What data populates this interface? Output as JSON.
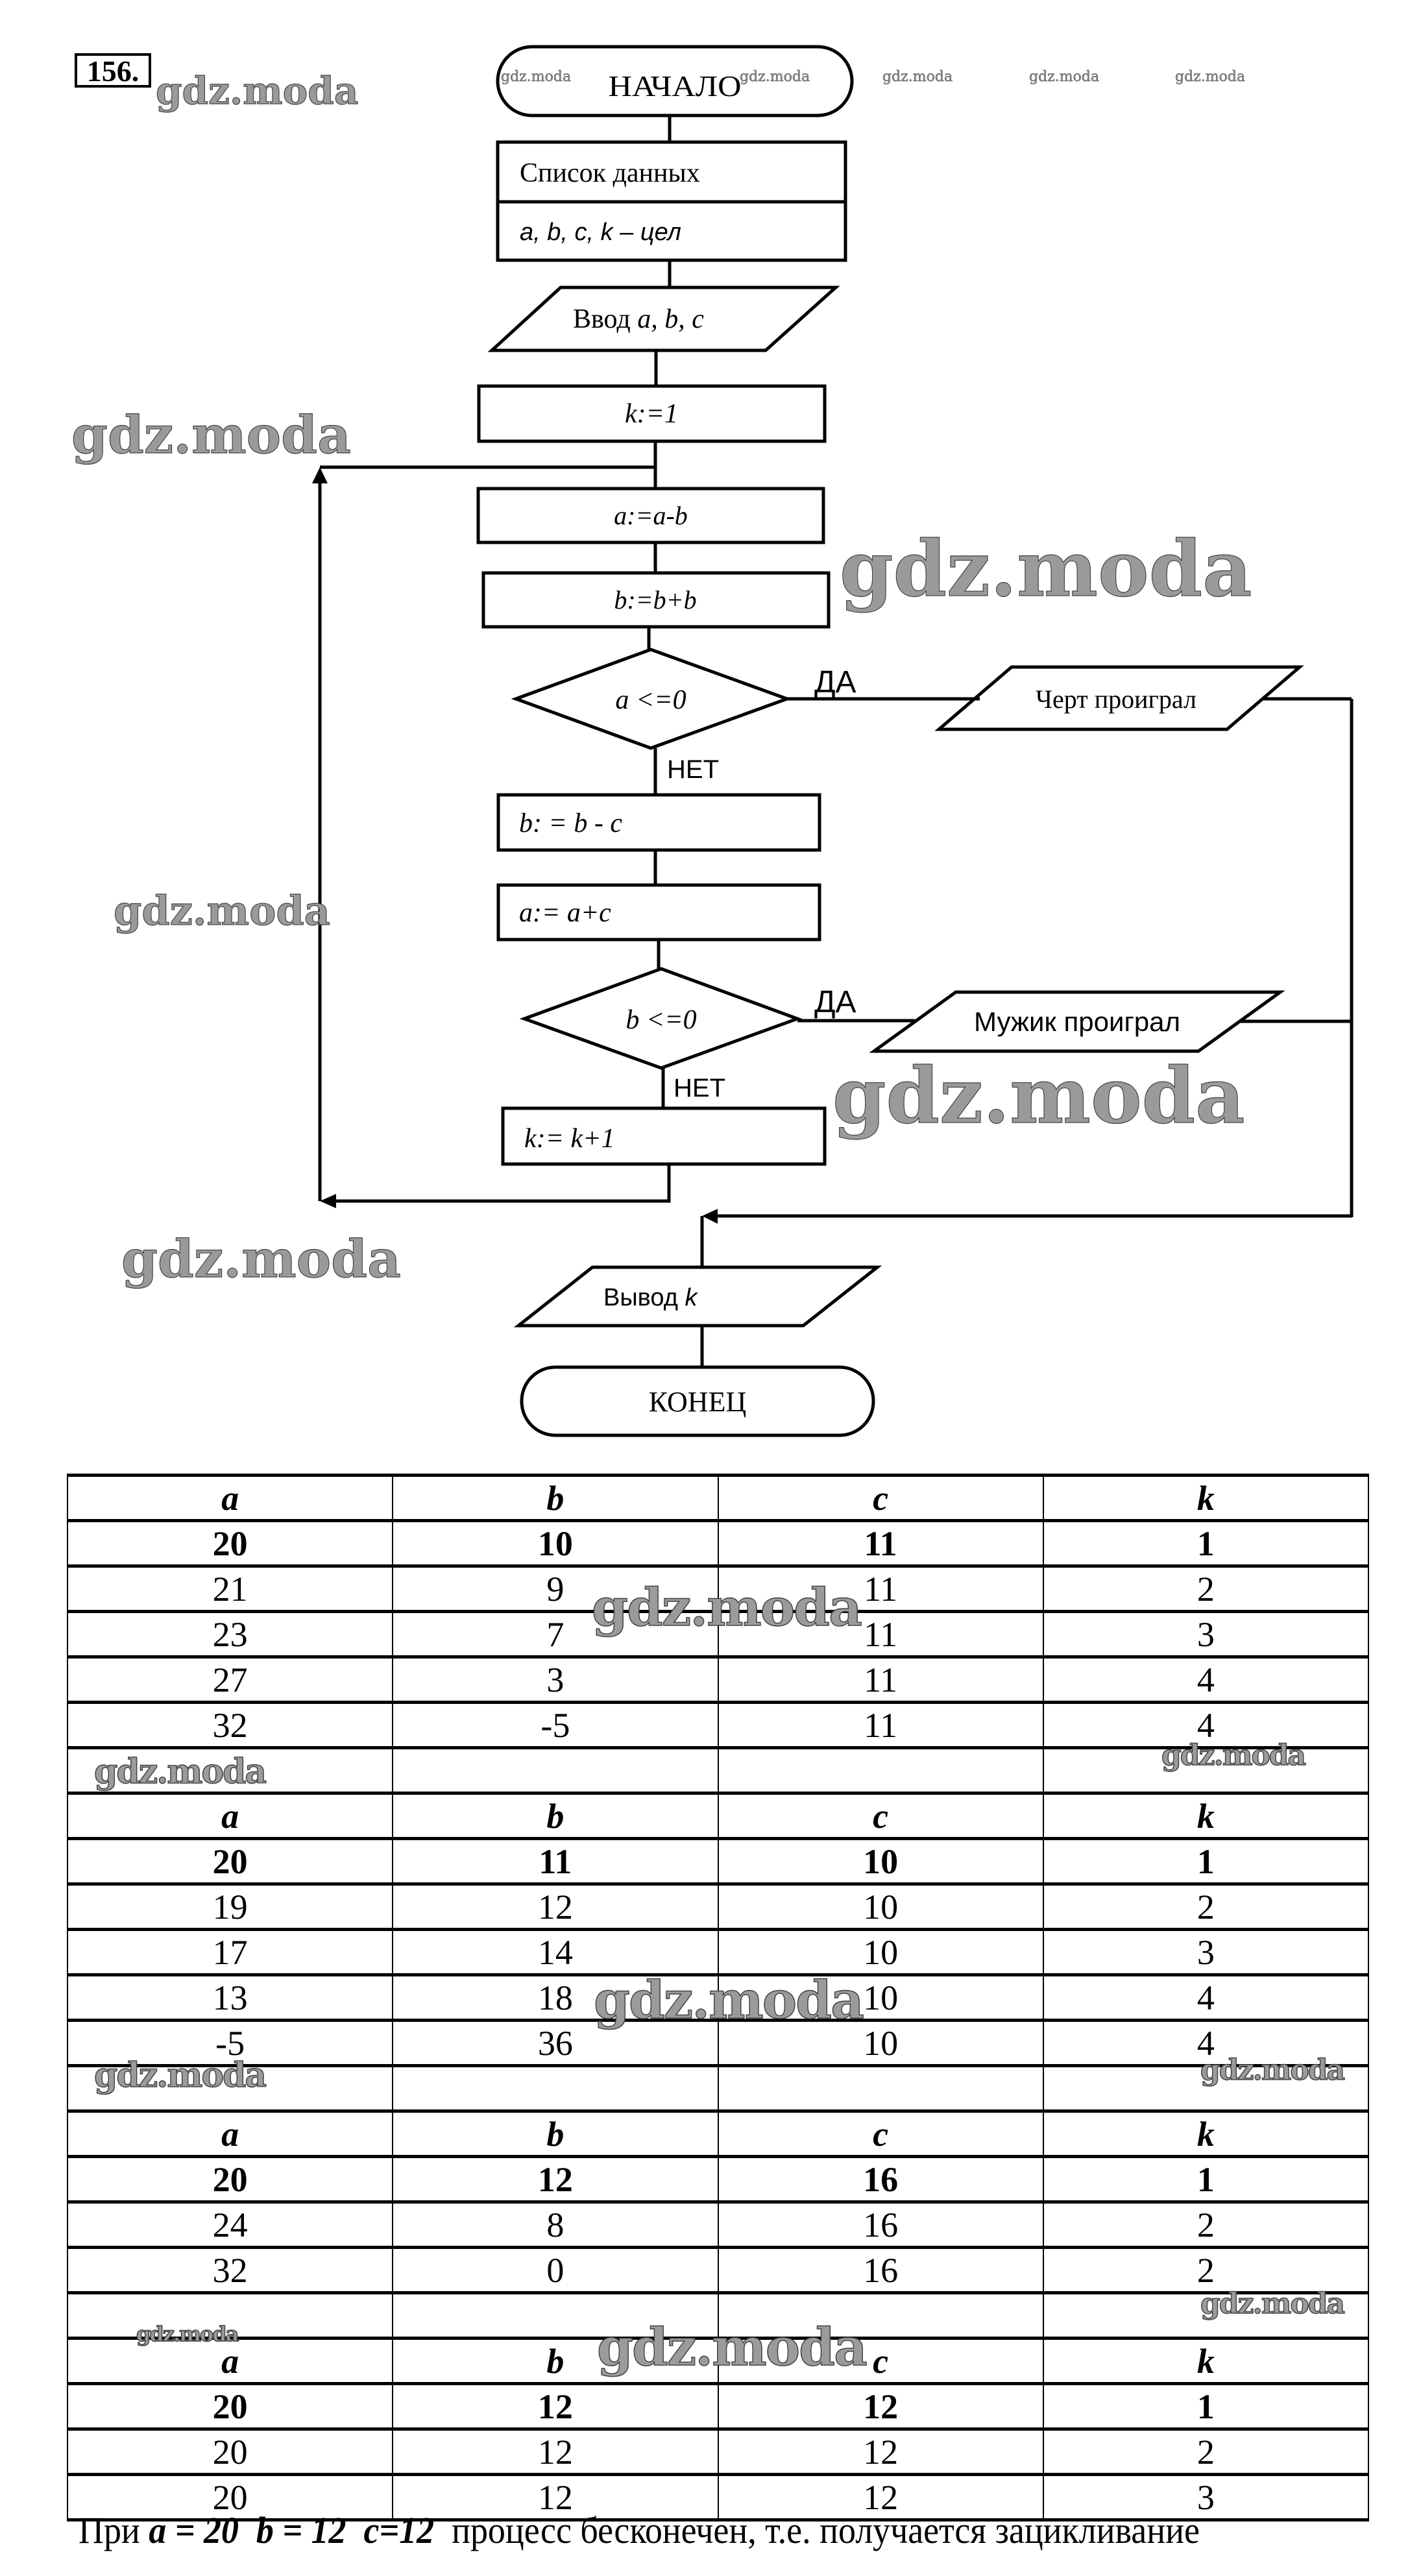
{
  "problem_number": "156.",
  "watermark": "gdz.moda",
  "flowchart": {
    "start": "НАЧАЛО",
    "data_list_title": "Список данных",
    "data_list_vars": "a, b, c, k – цел",
    "input_label": "Ввод",
    "input_vars": "a, b, c",
    "init_k": "k:=1",
    "step_a_minus_b": "a:=a-b",
    "step_b_plus_b": "b:=b+b",
    "cond_a": "a <=0",
    "yes_label": "ДА",
    "no_label": "НЕТ",
    "devil_lost": "Черт проиграл",
    "step_b_minus_c": "b: = b - c",
    "step_a_plus_c": "a:= a+c",
    "cond_b": "b <=0",
    "man_lost": "Мужик проиграл",
    "step_k_inc": "k:= k+1",
    "output_label": "Вывод",
    "output_var": "k",
    "end": "КОНЕЦ"
  },
  "trace_tables": [
    {
      "headers": [
        "a",
        "b",
        "c",
        "k"
      ],
      "rows": [
        [
          "20",
          "10",
          "11",
          "1"
        ],
        [
          "21",
          "9",
          "11",
          "2"
        ],
        [
          "23",
          "7",
          "11",
          "3"
        ],
        [
          "27",
          "3",
          "11",
          "4"
        ],
        [
          "32",
          "-5",
          "11",
          "4"
        ]
      ]
    },
    {
      "headers": [
        "a",
        "b",
        "c",
        "k"
      ],
      "rows": [
        [
          "20",
          "11",
          "10",
          "1"
        ],
        [
          "19",
          "12",
          "10",
          "2"
        ],
        [
          "17",
          "14",
          "10",
          "3"
        ],
        [
          "13",
          "18",
          "10",
          "4"
        ],
        [
          "-5",
          "36",
          "10",
          "4"
        ]
      ]
    },
    {
      "headers": [
        "a",
        "b",
        "c",
        "k"
      ],
      "rows": [
        [
          "20",
          "12",
          "16",
          "1"
        ],
        [
          "24",
          "8",
          "16",
          "2"
        ],
        [
          "32",
          "0",
          "16",
          "2"
        ]
      ]
    },
    {
      "headers": [
        "a",
        "b",
        "c",
        "k"
      ],
      "rows": [
        [
          "20",
          "12",
          "12",
          "1"
        ],
        [
          "20",
          "12",
          "12",
          "2"
        ],
        [
          "20",
          "12",
          "12",
          "3"
        ]
      ]
    }
  ],
  "conclusion": {
    "prefix": "При",
    "a_part": "a = 20",
    "b_part": "b = 12",
    "c_part": "c=12",
    "suffix": "процесс бесконечен, т.е. получается зацикливание"
  }
}
